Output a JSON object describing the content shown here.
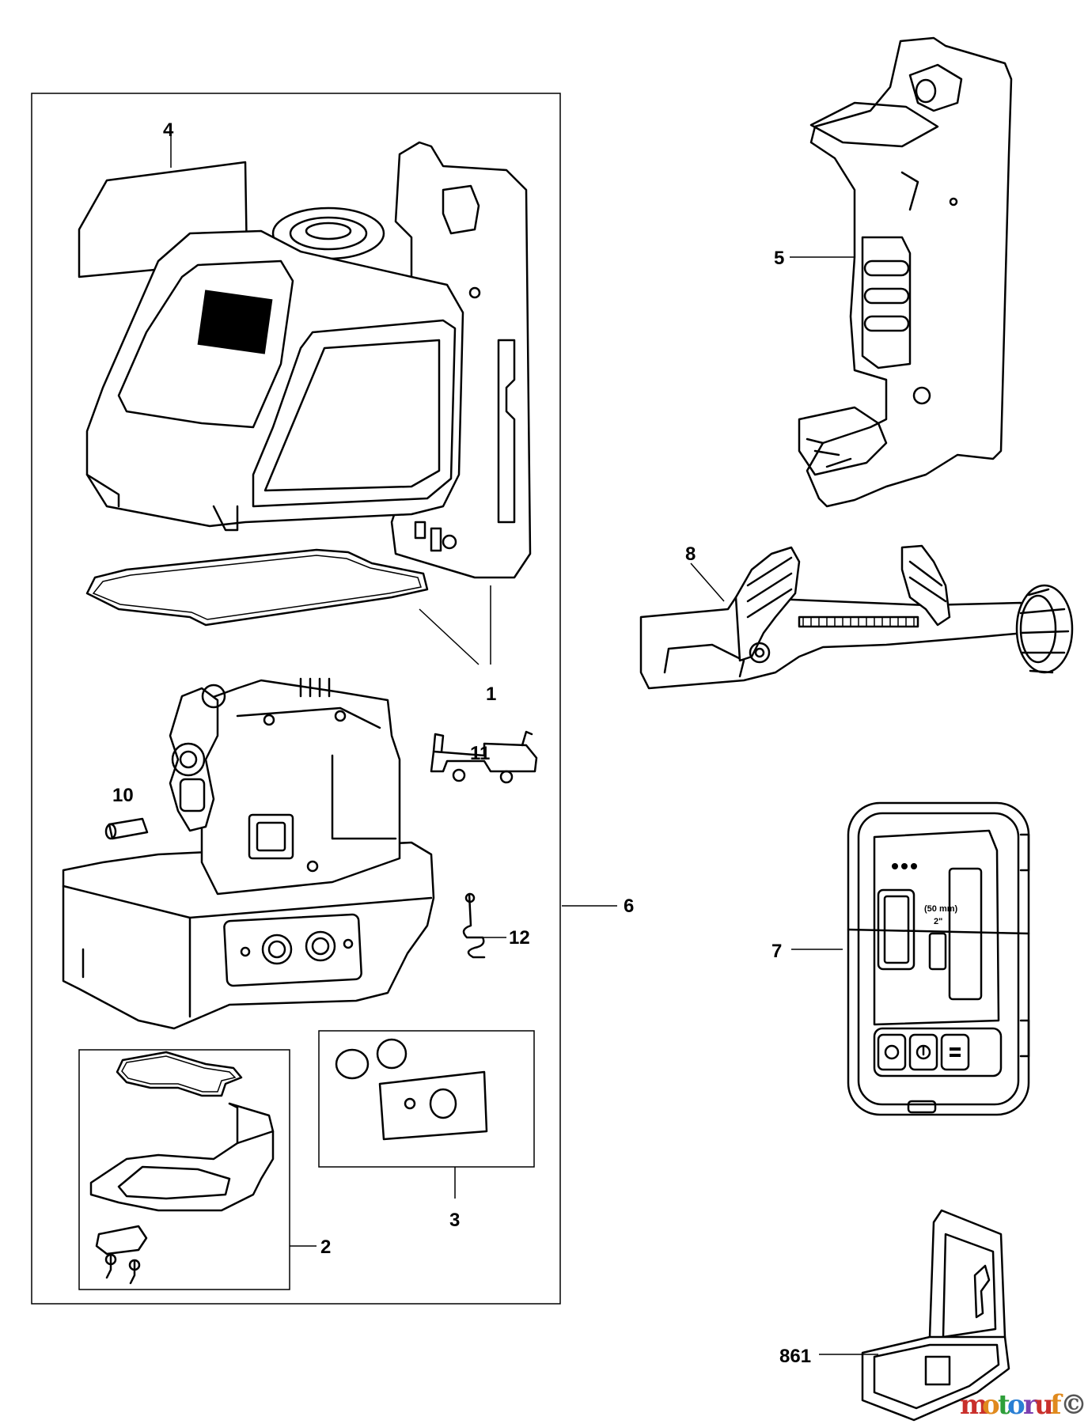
{
  "callouts": {
    "c1": "1",
    "c2": "2",
    "c3": "3",
    "c4": "4",
    "c5": "5",
    "c6": "6",
    "c7": "7",
    "c8": "8",
    "c10": "10",
    "c11": "11",
    "c12": "12",
    "c861": "861"
  },
  "detector": {
    "scale_mm": "(50 mm)",
    "scale_in": "2\""
  },
  "watermark": {
    "parts": [
      "m",
      "o",
      "t",
      "o",
      "r",
      "u",
      "f",
      "©"
    ],
    "colors": [
      "#c9302c",
      "#e08a1e",
      "#2e9f3a",
      "#2a7fd4",
      "#7b3fb0",
      "#c9302c",
      "#e08a1e",
      "#555555"
    ]
  }
}
